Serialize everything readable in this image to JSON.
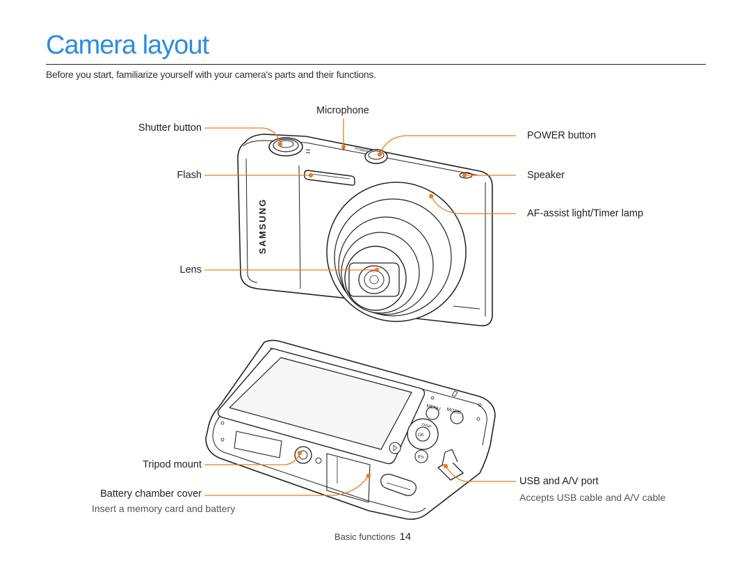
{
  "page": {
    "title": "Camera layout",
    "intro": "Before you start, familiarize yourself with your camera's parts and their functions."
  },
  "labels": {
    "microphone": "Microphone",
    "shutter_button": "Shutter button",
    "power_button": "POWER button",
    "flash": "Flash",
    "speaker": "Speaker",
    "af_assist": "AF-assist light/Timer lamp",
    "lens": "Lens",
    "tripod_mount": "Tripod mount",
    "battery_cover": "Battery chamber cover",
    "battery_cover_note": "Insert a memory card and battery",
    "usb_port": "USB and A/V port",
    "usb_port_note": "Accepts USB cable and A/V cable"
  },
  "camera_markings": {
    "brand": "SAMSUNG",
    "power": "POWER",
    "menu": "MENU",
    "mode": "MODE",
    "disp": "DISP",
    "ok": "OK",
    "fn": "Fn"
  },
  "colors": {
    "title": "#2a8de0",
    "callout": "#f07a1d",
    "text": "#231f20"
  },
  "footer": {
    "section": "Basic functions",
    "page_number": "14"
  }
}
